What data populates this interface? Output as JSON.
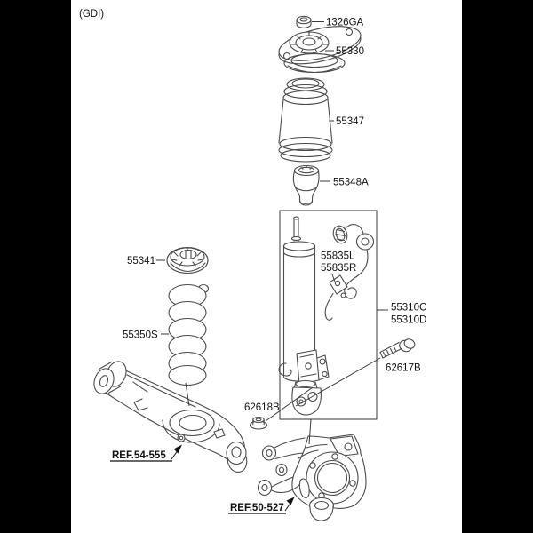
{
  "variant_label": "(GDI)",
  "colors": {
    "background": "#000000",
    "canvas": "#ffffff",
    "line": "#4a4a4a",
    "box_line": "#5a5a5a",
    "text": "#111111"
  },
  "callouts": {
    "top_nut": "1326GA",
    "strut_mount": "55330",
    "dust_cover": "55347",
    "bump_stopper": "55348A",
    "spring_upper_pad": "55341",
    "coil_spring": "55350S",
    "wire_bracket_left": "55835L",
    "wire_bracket_right": "55835R",
    "shock_absorber_c": "55310C",
    "shock_absorber_d": "55310D",
    "mount_bolt": "62617B",
    "flange_nut": "62618B",
    "ref_rear_arm": "REF.54-555",
    "ref_axle_knuckle": "REF.50-527"
  }
}
